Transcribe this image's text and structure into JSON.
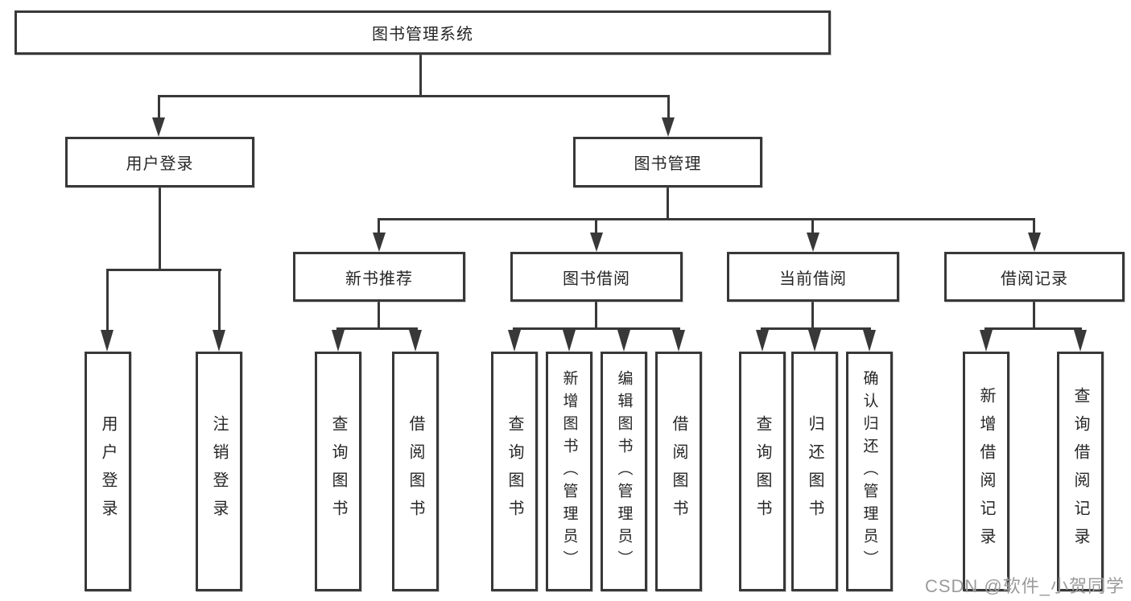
{
  "diagram": {
    "root": {
      "label": "图书管理系统"
    },
    "branches": [
      {
        "label": "用户登录",
        "children": [
          {
            "label": "用户登录"
          },
          {
            "label": "注销登录"
          }
        ]
      },
      {
        "label": "图书管理",
        "children": [
          {
            "label": "新书推荐",
            "children": [
              {
                "label": "查询图书"
              },
              {
                "label": "借阅图书"
              }
            ]
          },
          {
            "label": "图书借阅",
            "children": [
              {
                "label": "查询图书"
              },
              {
                "label": "新增图书（管理员）"
              },
              {
                "label": "编辑图书（管理员）"
              },
              {
                "label": "借阅图书"
              }
            ]
          },
          {
            "label": "当前借阅",
            "children": [
              {
                "label": "查询图书"
              },
              {
                "label": "归还图书"
              },
              {
                "label": "确认归还（管理员）"
              }
            ]
          },
          {
            "label": "借阅记录",
            "children": [
              {
                "label": "新增借阅记录"
              },
              {
                "label": "查询借阅记录"
              }
            ]
          }
        ]
      }
    ],
    "watermark": "CSDN @软件_小贺同学",
    "colors": {
      "line": "#383838",
      "text": "#262626",
      "watermark": "#9b9b9b",
      "background": "#ffffff"
    }
  }
}
